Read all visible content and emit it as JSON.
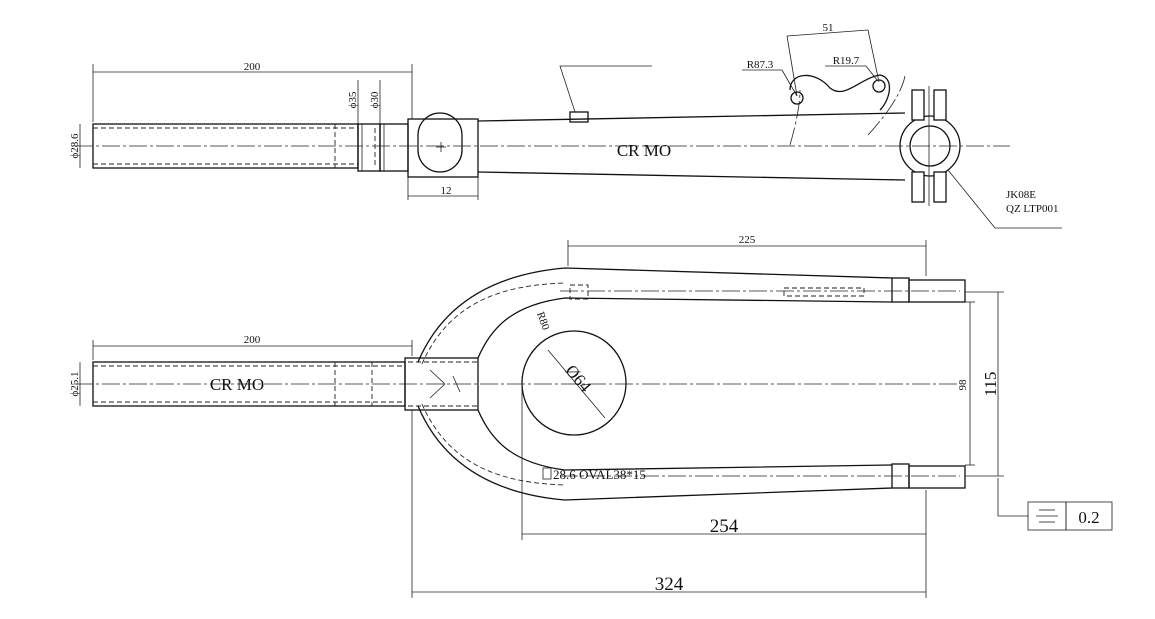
{
  "top_view": {
    "dim_200": "200",
    "dim_d286": "ϕ28.6",
    "dim_d35": "ϕ35",
    "dim_d30": "ϕ30",
    "dim_12": "12",
    "material": "CR MO",
    "dim_51": "51",
    "dim_r873": "R87.3",
    "dim_r197": "R19.7",
    "part_code": "JK08E",
    "part_ref": "QZ LTP001"
  },
  "bottom_view": {
    "dim_200": "200",
    "dim_d25": "ϕ25.1",
    "material": "CR MO",
    "dim_225": "225",
    "dim_r80": "R80",
    "dim_d64": "Ø64",
    "dim_98": "98",
    "dim_115": "115",
    "tube_spec": "28.6 OVAL38*15",
    "dim_254": "254",
    "dim_324": "324",
    "tolerance_value": "0.2"
  }
}
